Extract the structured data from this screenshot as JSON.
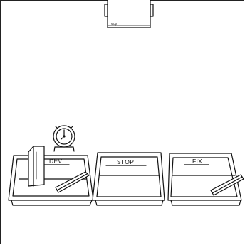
{
  "scene": {
    "top_box_label": "stop",
    "trays": [
      {
        "label": "DEV"
      },
      {
        "label": "STOP"
      },
      {
        "label": "FIX"
      }
    ],
    "colors": {
      "line": "#111111",
      "background": "#ffffff"
    }
  }
}
